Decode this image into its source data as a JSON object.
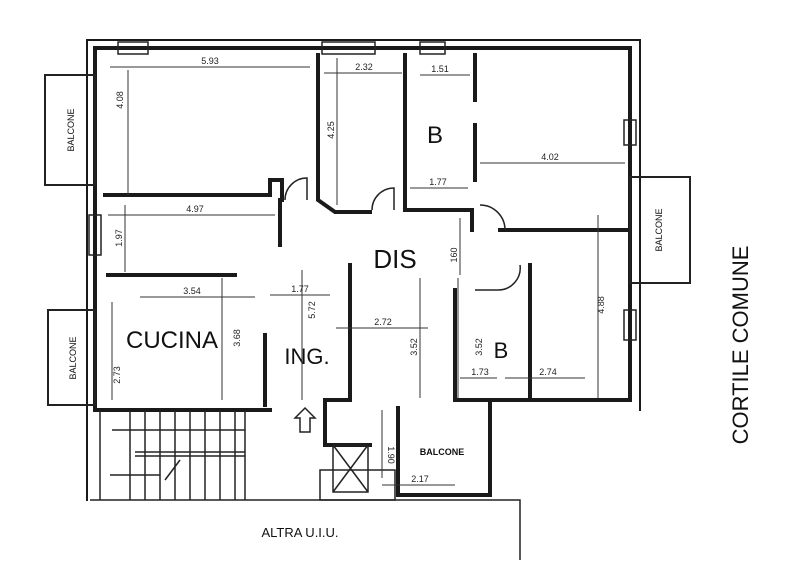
{
  "rooms": {
    "bath_1": "B",
    "hallway": "DIS",
    "kitchen": "CUCINA",
    "entrance": "ING.",
    "bath_2": "B",
    "balcony_left_top": "BALCONE",
    "balcony_left_bottom": "BALCONE",
    "balcony_right": "BALCONE",
    "balcony_bottom": "BALCONE"
  },
  "surroundings": {
    "courtyard": "CORTILE COMUNE",
    "other_unit": "ALTRA U.I.U."
  },
  "dimensions": {
    "d_593": "5.93",
    "d_232": "2.32",
    "d_151": "1.51",
    "d_408": "4.08",
    "d_425": "4.25",
    "d_177a": "1.77",
    "d_402": "4.02",
    "d_497": "4.97",
    "d_197": "1.97",
    "d_160": "160",
    "d_354": "3.54",
    "d_177b": "1.77",
    "d_368": "3.68",
    "d_572": "5.72",
    "d_272": "2.72",
    "d_352a": "3.52",
    "d_352b": "3.52",
    "d_173": "1.73",
    "d_274": "2.74",
    "d_488": "4.88",
    "d_273": "2.73",
    "d_190": "1.90",
    "d_217": "2.17"
  }
}
